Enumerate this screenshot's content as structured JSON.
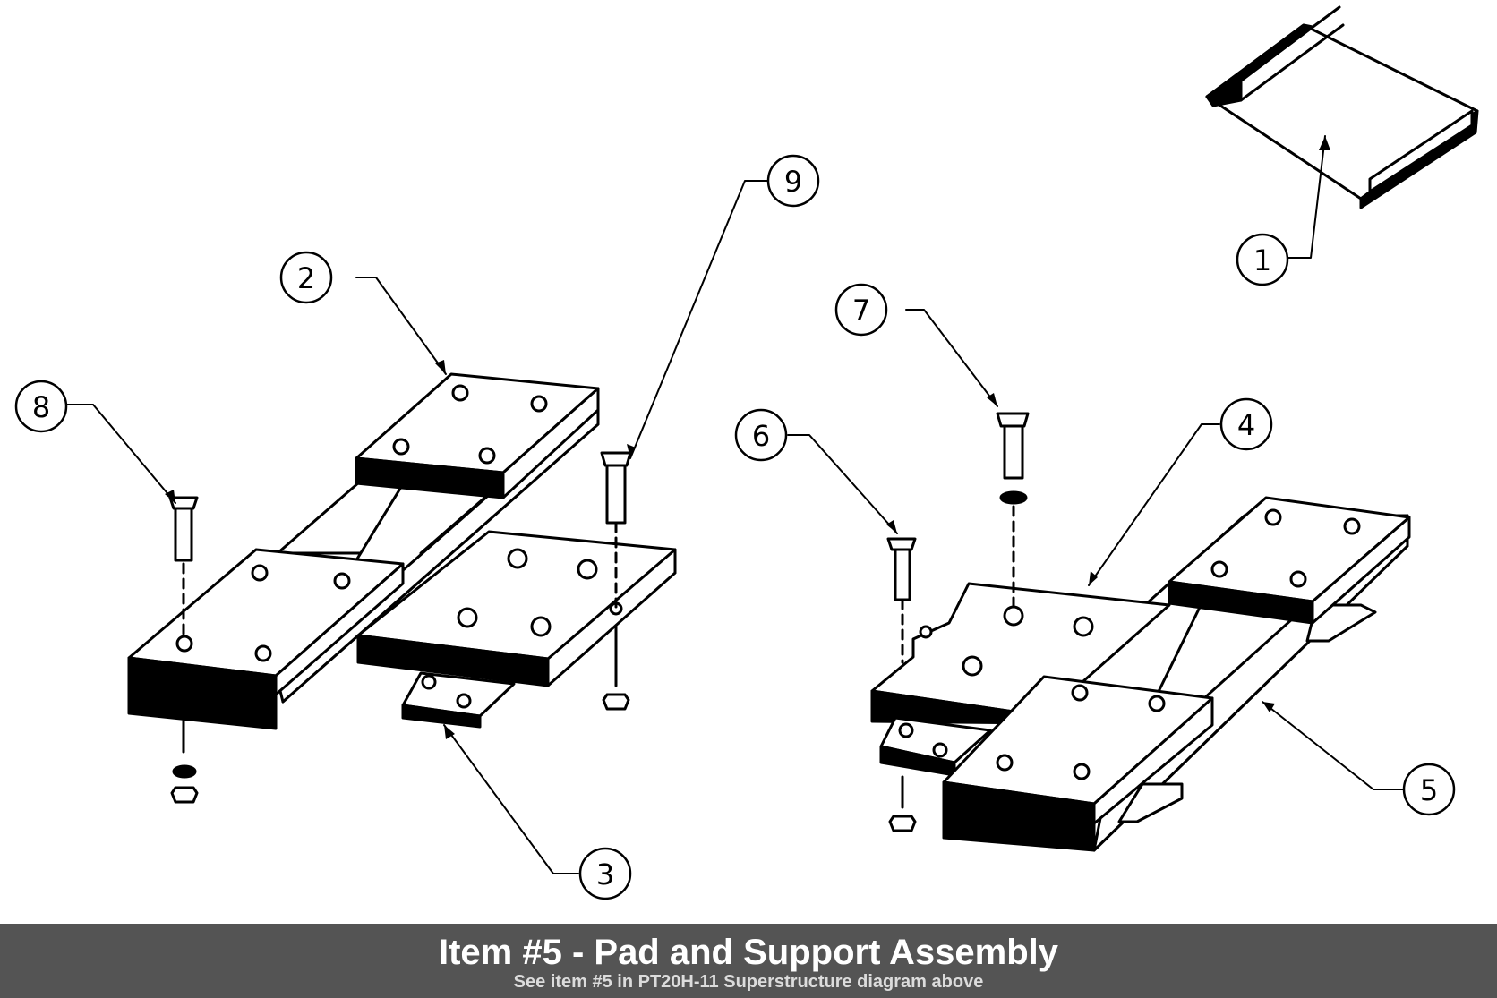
{
  "caption": {
    "title": "Item #5 - Pad and Support Assembly",
    "subtitle": "See item #5 in PT20H-11 Superstructure diagram above"
  },
  "callouts": {
    "c1": "1",
    "c2": "2",
    "c3": "3",
    "c4": "4",
    "c5": "5",
    "c6": "6",
    "c7": "7",
    "c8": "8",
    "c9": "9"
  },
  "colors": {
    "caption_background": "#545454",
    "line": "#000000",
    "paper": "#ffffff"
  }
}
